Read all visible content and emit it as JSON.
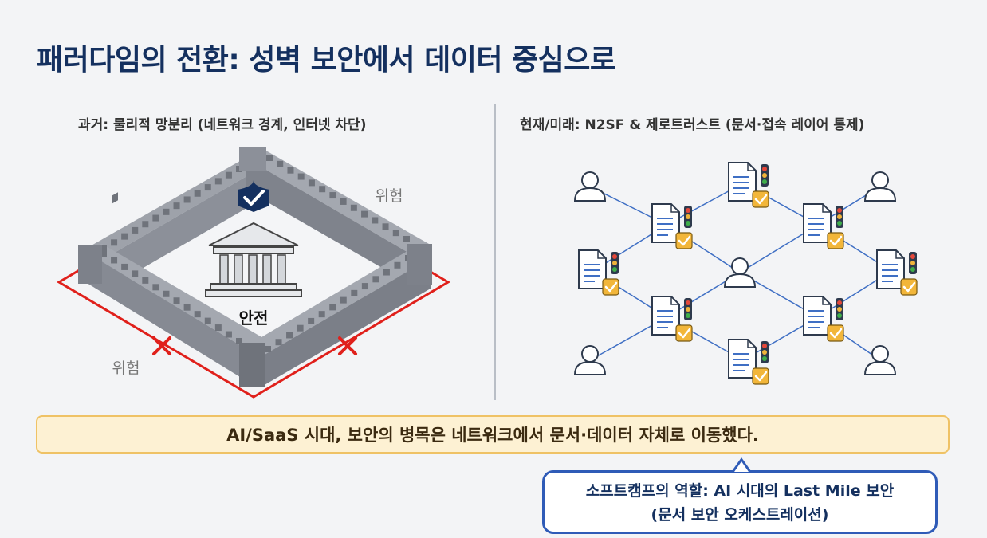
{
  "title": "패러다임의 전환: 성벽 보안에서 데이터 중심으로",
  "left_panel": {
    "heading": "과거: 물리적 망분리 (네트워크 경계, 인터넷 차단)",
    "threat_label_top": "위험",
    "threat_label_bottom": "위험",
    "safe_label": "안전",
    "icons": [
      "fortress-wall",
      "shield-check-icon",
      "bank-building-icon",
      "x-mark-icon"
    ]
  },
  "right_panel": {
    "heading": "현재/미래: N2SF & 제로트러스트 (문서·접속 레이어 통제)",
    "icons": [
      "user-icon",
      "document-icon",
      "traffic-light-icon",
      "checkbox-icon"
    ]
  },
  "banner": "AI/SaaS 시대, 보안의 병목은 네트워크에서 문서·데이터 자체로 이동했다.",
  "callout": {
    "line1": "소프트캠프의 역할: AI 시대의 Last Mile 보안",
    "line2": "(문서 보안 오케스트레이션)"
  },
  "colors": {
    "title": "#14305f",
    "threat_line": "#e0201b",
    "wall": "#8c9099",
    "network_line": "#3f6fc4",
    "banner_bg": "#fdf1d3",
    "banner_border": "#efc265",
    "callout_border": "#2f5bb7",
    "check_box": "#f2b63a"
  }
}
